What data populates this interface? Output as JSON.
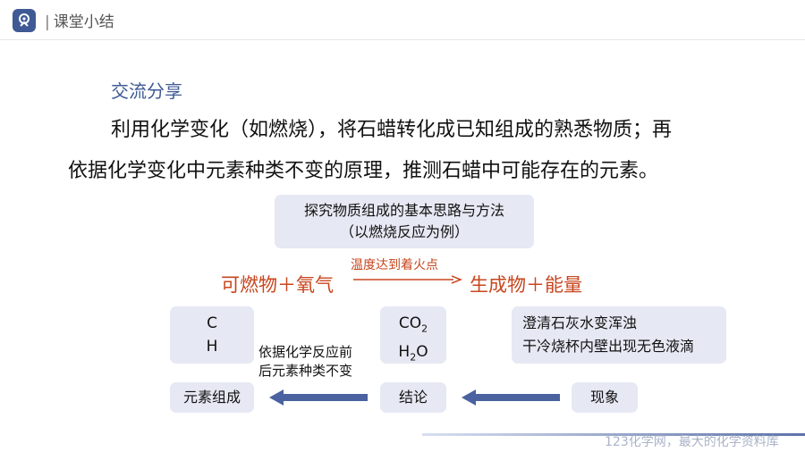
{
  "header": {
    "title": "课堂小结"
  },
  "content": {
    "subtitle": "交流分享",
    "para_line1": "利用化学变化（如燃烧），将石蜡转化成已知组成的熟悉物质；再",
    "para_line2": "依据化学变化中元素种类不变的原理，推测石蜡中可能存在的元素。"
  },
  "diagram": {
    "method_line1": "探究物质组成的基本思路与方法",
    "method_line2": "（以燃烧反应为例）",
    "reactants": "可燃物＋氧气",
    "condition": "温度达到着火点",
    "products": "生成物＋能量",
    "elements_c": "C",
    "elements_h": "H",
    "product_co2": "CO",
    "product_co2_sub": "2",
    "product_h2o_h": "H",
    "product_h2o_sub": "2",
    "product_h2o_o": "O",
    "observation_1": "澄清石灰水变浑浊",
    "observation_2": "干冷烧杯内壁出现无色液滴",
    "basis_1": "依据化学反应前",
    "basis_2": "后元素种类不变",
    "label_elements": "元素组成",
    "label_conclusion": "结论",
    "label_phenomenon": "现象"
  },
  "footer": {
    "text": "123化学网，最大的化学资料库"
  },
  "colors": {
    "accent": "#3f5a94",
    "reaction": "#c8461e",
    "box": "#e6e8f3"
  }
}
